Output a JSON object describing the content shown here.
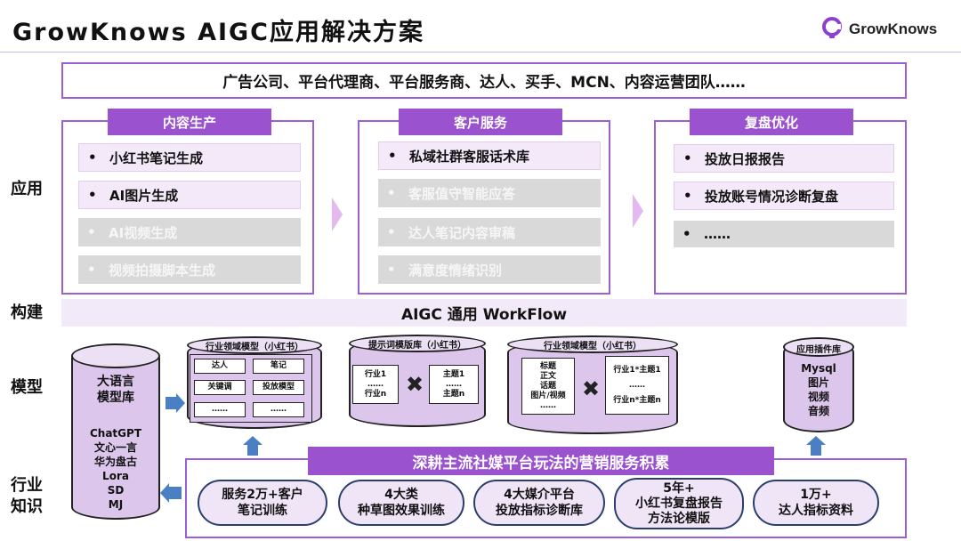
{
  "header": {
    "title": "GrowKnows AIGC应用解决方案",
    "logo_text": "GrowKnows",
    "logo_icon": "growknows-logo-icon"
  },
  "customers": "广告公司、平台代理商、平台服务商、达人、买手、MCN、内容运营团队……",
  "row_labels": {
    "application": "应用",
    "build": "构建",
    "model": "模型",
    "industry_line1": "行业",
    "industry_line2": "知识"
  },
  "panels": [
    {
      "title": "内容生产",
      "items": [
        {
          "label": "小红书笔记生成",
          "active": true
        },
        {
          "label": "AI图片生成",
          "active": true
        },
        {
          "label": "AI视频生成",
          "active": false
        },
        {
          "label": "视频拍摄脚本生成",
          "active": false
        }
      ]
    },
    {
      "title": "客户服务",
      "items": [
        {
          "label": "私域社群客服话术库",
          "active": true
        },
        {
          "label": "客服值守智能应答",
          "active": false
        },
        {
          "label": "达人笔记内容审稿",
          "active": false
        },
        {
          "label": "满意度情绪识别",
          "active": false
        }
      ]
    },
    {
      "title": "复盘优化",
      "items": [
        {
          "label": "投放日报报告",
          "active": true
        },
        {
          "label": "投放账号情况诊断复盘",
          "active": true
        },
        {
          "label": "……",
          "active": false
        }
      ]
    }
  ],
  "bullet": "•",
  "workflow": "AIGC 通用 WorkFlow",
  "models": {
    "llm": {
      "title_line1": "大语言",
      "title_line2": "模型库",
      "entries": [
        "ChatGPT",
        "文心一言",
        "华为盘古",
        "Lora",
        "SD",
        "MJ"
      ]
    },
    "industry_model_1": {
      "title": "行业领域模型（小红书）",
      "cells": [
        "达人",
        "笔记",
        "关键调",
        "投放模型",
        "……",
        "……"
      ]
    },
    "prompt_templates": {
      "title": "提示词模版库（小红书）",
      "left": [
        "行业1",
        "……",
        "行业n"
      ],
      "right": [
        "主题1",
        "……",
        "主题n"
      ]
    },
    "industry_model_2": {
      "title": "行业领域模型（小红书）",
      "left": [
        "标题",
        "正文",
        "话题",
        "图片/视频",
        "……"
      ],
      "right": [
        "行业1*主题1",
        "……",
        "行业n*主题n"
      ]
    },
    "plugins": {
      "title": "应用插件库",
      "entries": [
        "Mysql",
        "图片",
        "视频",
        "音频"
      ]
    }
  },
  "knowledge": {
    "banner": "深耕主流社媒平台玩法的营销服务积累",
    "pills": [
      {
        "line1": "服务2万+客户",
        "line2": "笔记训练",
        "line3": ""
      },
      {
        "line1": "4大类",
        "line2": "种草图效果训练",
        "line3": ""
      },
      {
        "line1": "4大媒介平台",
        "line2": "投放指标诊断库",
        "line3": ""
      },
      {
        "line1": "5年+",
        "line2": "小红书复盘报告",
        "line3": "方法论模版"
      },
      {
        "line1": "1万+",
        "line2": "达人指标资料",
        "line3": ""
      }
    ]
  },
  "colors": {
    "accent": "#9a52cf",
    "arrow": "#4a7fc4",
    "active_item_bg": "#f4e9f8",
    "inactive_item_bg": "#d9d9d9",
    "cylinder_fill": "#dcc6eb"
  }
}
